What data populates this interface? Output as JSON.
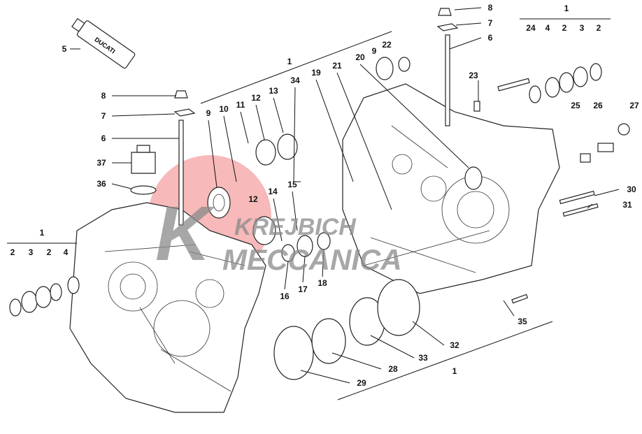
{
  "title": "Crankcase exploded parts diagram",
  "watermark": {
    "line1": "KREJBICH",
    "line2": "MECCANICA",
    "circle_color": "#f08080",
    "text_color": "#8a8a8a"
  },
  "tube_brand": "DUCATI",
  "labels": {
    "top_right": {
      "group": "1",
      "p8": "8",
      "p7": "7",
      "p6": "6",
      "p24": "24",
      "p4": "4",
      "p2a": "2",
      "p3": "3",
      "p2b": "2",
      "p23": "23",
      "p25": "25",
      "p26": "26",
      "p27": "27",
      "p30": "30",
      "p31": "31",
      "p35": "35"
    },
    "bottom": {
      "group": "1",
      "p32": "32",
      "p33": "33",
      "p28": "28",
      "p29": "29"
    },
    "left": {
      "p5": "5",
      "p8": "8",
      "p7": "7",
      "p6": "6",
      "p37": "37",
      "p36": "36",
      "group": "1",
      "p2a": "2",
      "p3": "3",
      "p2b": "2",
      "p4": "4"
    },
    "middle": {
      "group": "1",
      "p9": "9",
      "p10": "10",
      "p11": "11",
      "p12": "12",
      "p13": "13",
      "p34": "34",
      "p19": "19",
      "p21": "21",
      "p20": "20",
      "p9b": "9",
      "p22": "22",
      "p12b": "12",
      "p14": "14",
      "p15": "15",
      "p16": "16",
      "p17": "17",
      "p18": "18"
    }
  }
}
